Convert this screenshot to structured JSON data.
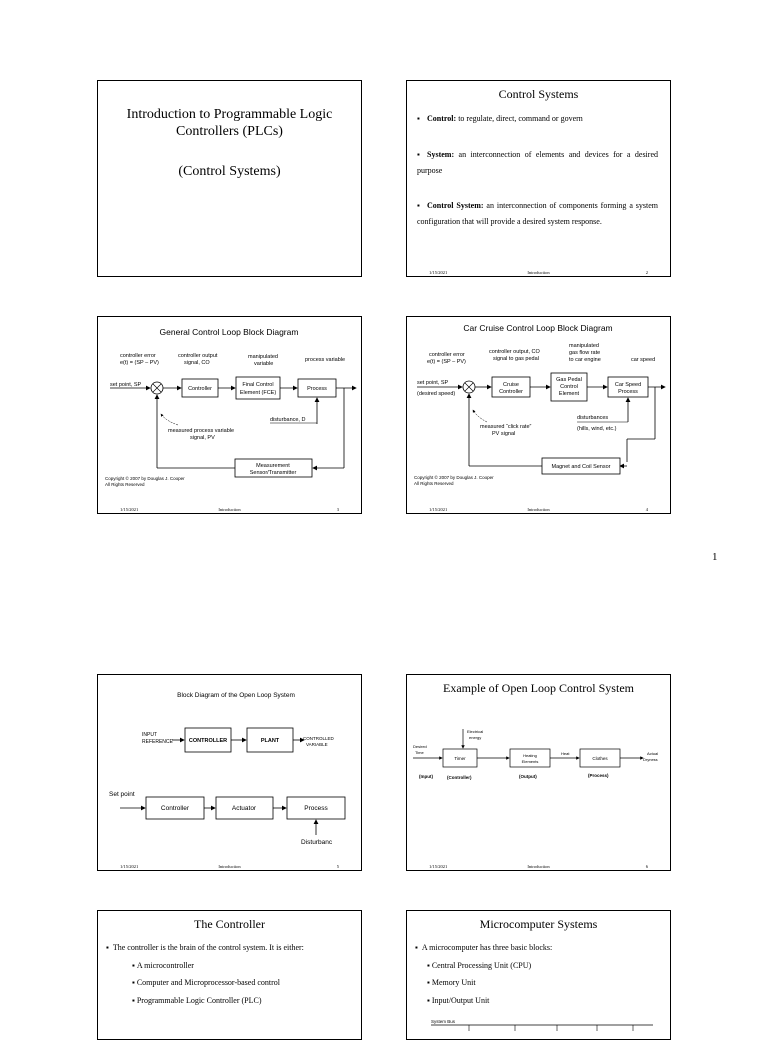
{
  "page_number": "1",
  "footer": {
    "date": "1/15/2021",
    "center": "Introduction"
  },
  "slide1": {
    "title_line1": "Introduction to Programmable Logic",
    "title_line2": "Controllers (PLCs)",
    "subtitle": "(Control Systems)"
  },
  "slide2": {
    "title": "Control Systems",
    "b1_term": "Control:",
    "b1_text": " to regulate, direct, command or govern",
    "b2_term": "System:",
    "b2_text": " an interconnection of elements and devices for a desired purpose",
    "b3_term": "Control System:",
    "b3_text": " an interconnection of components forming a system configuration that will provide a desired system response.",
    "num": "2"
  },
  "slide3": {
    "title": "General Control Loop Block Diagram",
    "err1": "controller error",
    "err2": "e(t) = (SP – PV)",
    "co1": "controller output",
    "co2": "signal, CO",
    "mv1": "manipulated",
    "mv2": "variable",
    "pv": "process variable",
    "sp": "set point, SP",
    "controller": "Controller",
    "fce1": "Final Control",
    "fce2": "Element (FCE)",
    "process": "Process",
    "dist": "disturbance, D",
    "meas1": "measured process variable",
    "meas2": "signal, PV",
    "sensor1": "Measurement",
    "sensor2": "Sensor/Transmitter",
    "copy1": "Copyright © 2007 by Douglas J. Cooper",
    "copy2": "All Rights Reserved",
    "num": "3"
  },
  "slide4": {
    "title": "Car Cruise Control Loop Block Diagram",
    "err1": "controller error",
    "err2": "e(t) = (SP – PV)",
    "co1": "controller output, CO",
    "co2": "signal to gas pedal",
    "mv1": "manipulated",
    "mv2": "gas flow rate",
    "mv3": "to car engine",
    "speed": "car speed",
    "sp1": "set point, SP",
    "sp2": "(desired speed)",
    "cc1": "Cruise",
    "cc2": "Controller",
    "gp1": "Gas Pedal",
    "gp2": "Control",
    "gp3": "Element",
    "cs1": "Car Speed",
    "cs2": "Process",
    "dist1": "disturbances",
    "dist2": "(hills, wind, etc.)",
    "meas1": "measured “click rate”",
    "meas2": "PV signal",
    "sensor": "Magnet and Coil Sensor",
    "copy1": "Copyright © 2007 by Douglas J. Cooper",
    "copy2": "All Rights Reserved",
    "num": "4"
  },
  "slide5": {
    "title": "Block Diagram of the Open Loop System",
    "in1": "INPUT",
    "in2": "REFERENCE",
    "controller": "CONTROLLER",
    "plant": "PLANT",
    "out1": "CONTROLLED",
    "out2": "VARIABLE",
    "setpoint": "Set point",
    "controller2": "Controller",
    "actuator": "Actuator",
    "process": "Process",
    "dist": "Disturbanc",
    "num": "5"
  },
  "slide6": {
    "title": "Example of Open Loop Control System",
    "energy1": "Electrical",
    "energy2": "energy",
    "dt1": "Desired",
    "dt2": "Time",
    "timer": "Timer",
    "he1": "Heating",
    "he2": "Elements",
    "heat": "Heat",
    "clothes": "Clothes",
    "ad1": "Actual",
    "ad2": "Dryness",
    "input": "(Input)",
    "controller": "(Controller)",
    "output": "(Output)",
    "process": "(Process)",
    "num": "6"
  },
  "slide7": {
    "title": "The Controller",
    "b1": "The controller is the brain of the control system. It is either:",
    "s1": "A microcontroller",
    "s2": "Computer and Microprocessor-based control",
    "s3": "Programmable Logic Controller (PLC)"
  },
  "slide8": {
    "title": "Microcomputer Systems",
    "b1": "A microcomputer has three basic blocks:",
    "s1": "Central Processing Unit (CPU)",
    "s2": "Memory Unit",
    "s3": "Input/Output Unit",
    "bus": "System Bus"
  }
}
